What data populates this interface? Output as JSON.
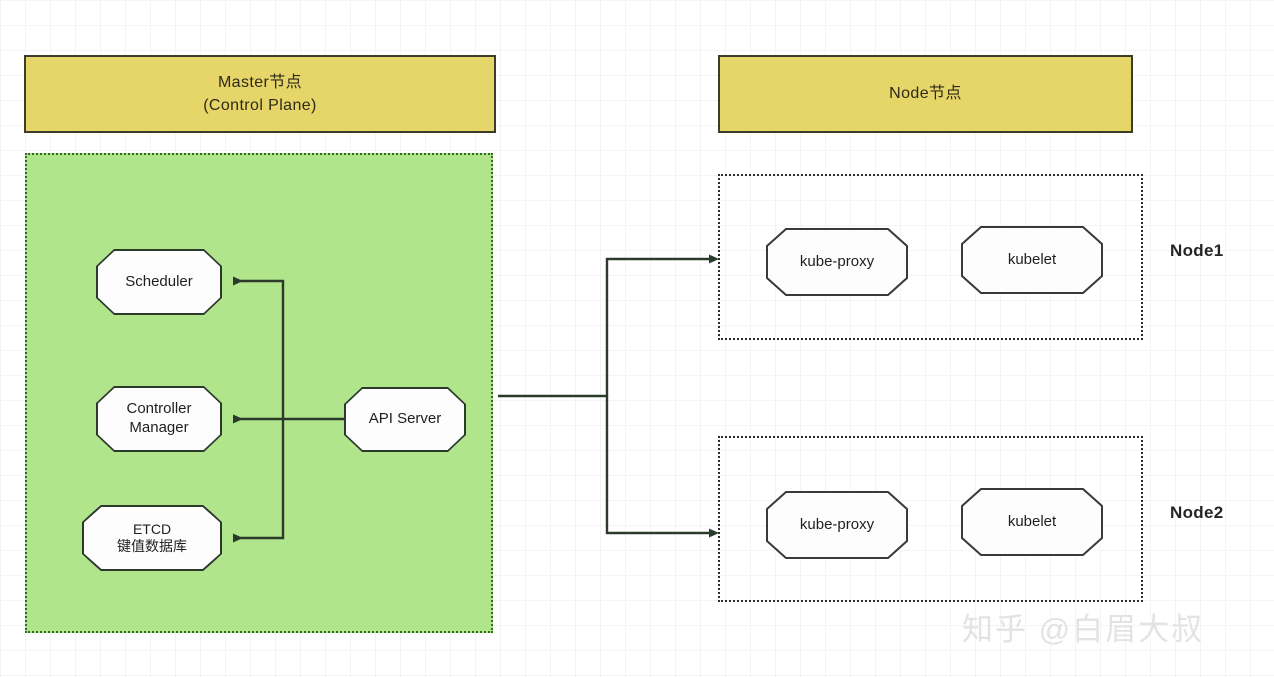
{
  "diagram": {
    "title_master": "Master节点\n(Control Plane)",
    "master_banner": {
      "line1": "Master节点",
      "line2": "(Control Plane)"
    },
    "node_banner": {
      "label": "Node节点"
    },
    "control_plane": {
      "components": [
        {
          "id": "scheduler",
          "label": "Scheduler"
        },
        {
          "id": "controller",
          "label_line1": "Controller",
          "label_line2": "Manager"
        },
        {
          "id": "etcd",
          "label_line1": "ETCD",
          "label_line2": "键值数据库"
        },
        {
          "id": "apiserver",
          "label": "API Server"
        }
      ]
    },
    "nodes": [
      {
        "name": "Node1",
        "components": [
          {
            "id": "kube-proxy",
            "label": "kube-proxy"
          },
          {
            "id": "kubelet",
            "label": "kubelet"
          }
        ]
      },
      {
        "name": "Node2",
        "components": [
          {
            "id": "kube-proxy",
            "label": "kube-proxy"
          },
          {
            "id": "kubelet",
            "label": "kubelet"
          }
        ]
      }
    ],
    "connections": [
      {
        "from": "apiserver",
        "to": "scheduler",
        "direction": "left"
      },
      {
        "from": "apiserver",
        "to": "controller",
        "direction": "left"
      },
      {
        "from": "apiserver",
        "to": "etcd",
        "direction": "left"
      },
      {
        "from": "apiserver",
        "to": "Node1",
        "direction": "right"
      },
      {
        "from": "apiserver",
        "to": "Node2",
        "direction": "right"
      }
    ],
    "watermark": "知乎 @白眉大叔",
    "colors": {
      "banner_fill": "#e6d568",
      "banner_border": "#3c3c28",
      "control_plane_fill": "#b0e58c",
      "control_plane_border": "#2f6b23",
      "node_border": "#2b2b2b",
      "shape_fill": "#fdfdfd",
      "shape_stroke": "#2b3a2b",
      "wire": "#2b3a2b",
      "text": "#1f1f1f",
      "watermark": "#e3e3e3",
      "grid_minor": "#f4f4f4",
      "grid_major": "#ececec"
    }
  }
}
